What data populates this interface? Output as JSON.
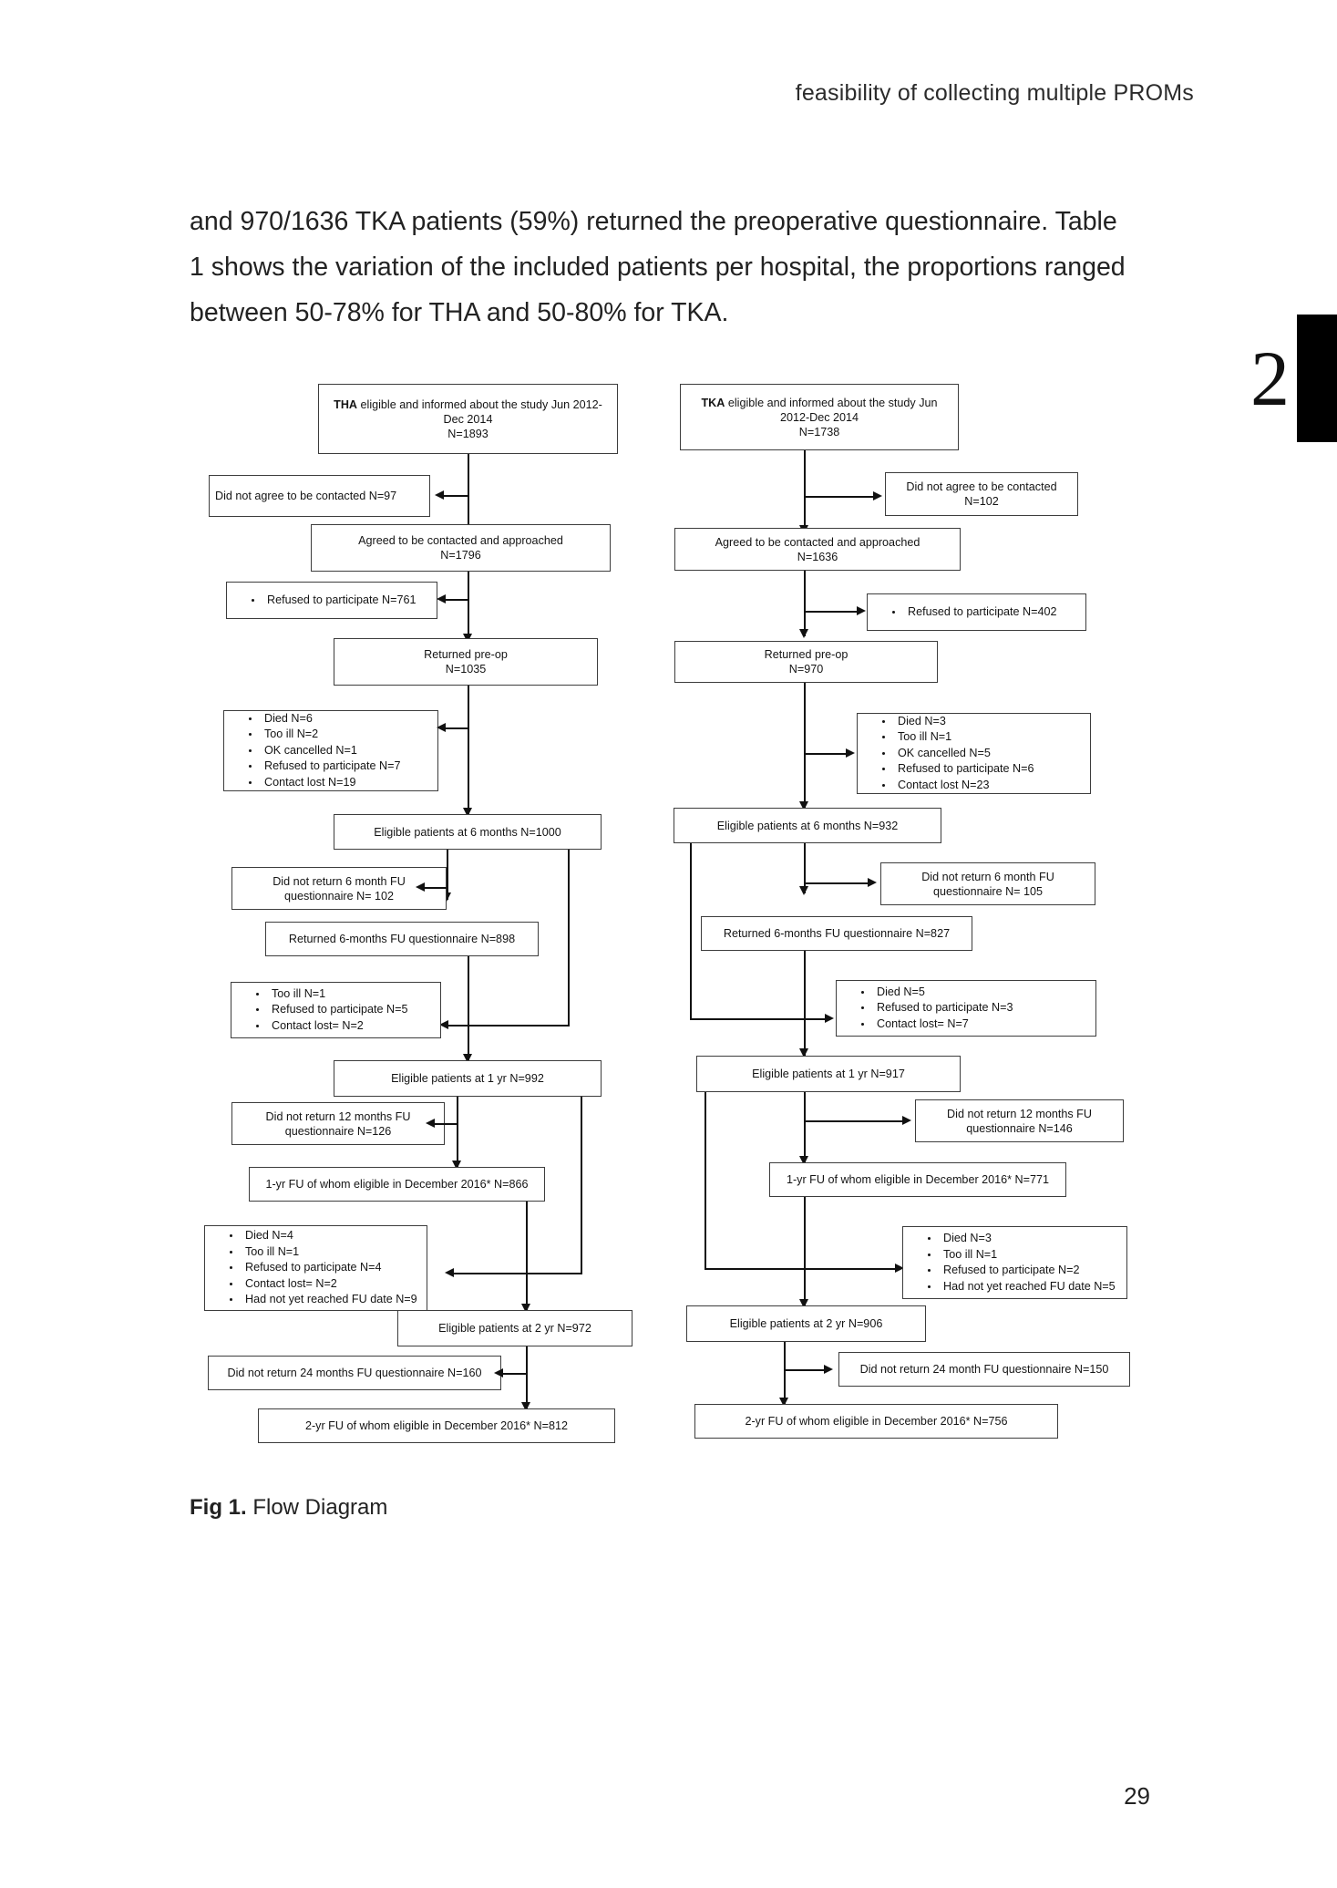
{
  "header": {
    "running_head": "feasibility of collecting multiple PROMs"
  },
  "body": {
    "line1": "and 970/1636 TKA patients (59%) returned the preoperative questionnaire. Table",
    "line2": "1 shows the variation of the included patients per hospital, the proportions ranged",
    "line3": "between 50-78% for THA and 50-80% for TKA."
  },
  "margin": {
    "chapter_number": "2"
  },
  "figure": {
    "caption_label": "Fig 1.",
    "caption_text": "Flow Diagram",
    "tha": {
      "n1_l1_bold": "THA",
      "n1_l1_rest": " eligible and informed about the study Jun 2012-",
      "n1_l2": "Dec 2014",
      "n1_l3": "N=1893",
      "n2": "Did not agree to be contacted N=97",
      "n3_l1": "Agreed to be contacted and approached",
      "n3_l2": "N=1796",
      "n4_b1": "Refused to participate N=761",
      "n5_l1": "Returned pre-op",
      "n5_l2": "N=1035",
      "n6_b1": "Died N=6",
      "n6_b2": "Too ill N=2",
      "n6_b3": "OK cancelled N=1",
      "n6_b4": "Refused to participate N=7",
      "n6_b5": "Contact lost N=19",
      "n7": "Eligible patients at 6 months N=1000",
      "n8_l1": "Did not return 6 month FU",
      "n8_l2": "questionnaire N= 102",
      "n9": "Returned 6-months FU questionnaire N=898",
      "n10_b1": "Too ill N=1",
      "n10_b2": "Refused to participate N=5",
      "n10_b3": "Contact lost= N=2",
      "n11": "Eligible patients at 1 yr N=992",
      "n12_l1": "Did not return 12 months FU",
      "n12_l2": "questionnaire N=126",
      "n13": "1-yr FU of whom eligible in December 2016* N=866",
      "n14_b1": "Died N=4",
      "n14_b2": "Too ill N=1",
      "n14_b3": "Refused to participate N=4",
      "n14_b4": "Contact lost= N=2",
      "n14_b5": "Had not yet reached FU date N=9",
      "n15": "Eligible patients at 2 yr N=972",
      "n16": "Did not return 24 months FU questionnaire N=160",
      "n17": "2-yr FU of whom eligible in December 2016* N=812"
    },
    "tka": {
      "n1_l1_bold": "TKA",
      "n1_l1_rest": " eligible and informed about the study Jun",
      "n1_l2": "2012-Dec 2014",
      "n1_l3": "N=1738",
      "n2_l1": "Did not agree to be contacted",
      "n2_l2": "N=102",
      "n3_l1": "Agreed to be contacted and approached",
      "n3_l2": "N=1636",
      "n4_b1": "Refused to participate N=402",
      "n5_l1": "Returned pre-op",
      "n5_l2": "N=970",
      "n6_b1": "Died N=3",
      "n6_b2": "Too ill N=1",
      "n6_b3": "OK cancelled N=5",
      "n6_b4": "Refused to participate N=6",
      "n6_b5": "Contact lost N=23",
      "n7": "Eligible patients at 6 months N=932",
      "n8_l1": "Did not return 6 month FU",
      "n8_l2": "questionnaire N= 105",
      "n9": "Returned 6-months FU questionnaire N=827",
      "n10_b1": "Died N=5",
      "n10_b2": "Refused to participate N=3",
      "n10_b3": "Contact lost= N=7",
      "n11": "Eligible patients at 1 yr N=917",
      "n12_l1": "Did not return 12 months FU",
      "n12_l2": "questionnaire N=146",
      "n13": "1-yr FU of whom eligible in December 2016* N=771",
      "n14_b1": "Died N=3",
      "n14_b2": "Too ill N=1",
      "n14_b3": "Refused to participate N=2",
      "n14_b4": "Had not yet reached FU date N=5",
      "n15": "Eligible patients at 2 yr N=906",
      "n16": "Did not return 24 month FU questionnaire N=150",
      "n17": "2-yr FU of whom eligible in December 2016* N=756"
    }
  },
  "footer": {
    "page_number": "29"
  }
}
